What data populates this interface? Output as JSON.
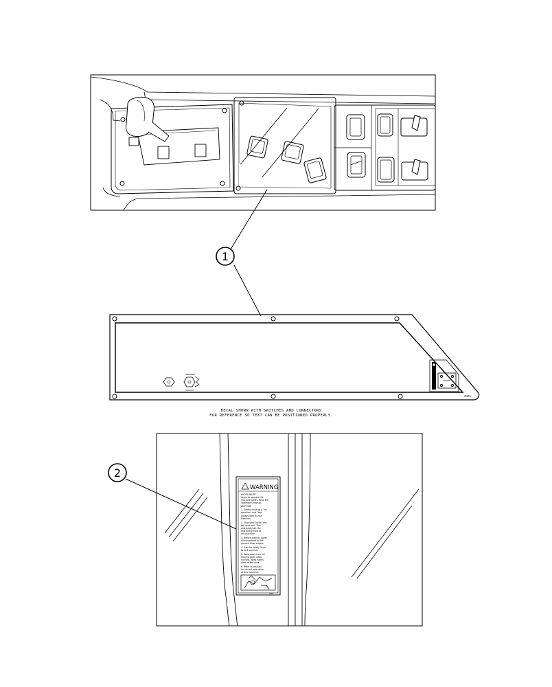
{
  "callouts": {
    "item1": "1",
    "item2": "2"
  },
  "decal_note": {
    "line1": "DECAL SHOWN WITH SWITCHES AND CONNECTORS",
    "line2": "FOR REFERENCE SO TEXT CAN BE POSITIONED PROPERLY."
  },
  "warning_decal": {
    "header": "WARNING",
    "lines": [
      "AVOID INJURY",
      "Learn to operate the",
      "machine safely. Read the",
      "Operator's Manual.",
      "ANY TIME",
      "1. Safety must be a \"no",
      "question\" and \"top\"",
      "Always look in your",
      "direction.",
      "2. Slow your travel, use",
      "the seat belt. Turn",
      "and enter/exit the",
      "cab facing front of",
      "the machine.",
      "3. Before leaving, lower",
      "all equipment to the",
      "ground. Stop engine.",
      "4. Use the safety lever",
      "to lock controls.",
      "5. Keep away from all",
      "moving parts when",
      "running. Keep hands",
      "clear of the area.",
      "6. Refer to manual",
      "for correct operation",
      "of this machine."
    ],
    "footer": "DWT"
  },
  "panel_labels": {
    "small_mark": "stats"
  }
}
